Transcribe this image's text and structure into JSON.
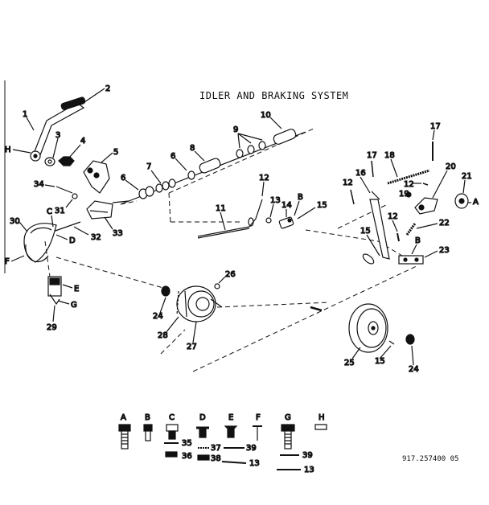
{
  "title": "IDLER AND BRAKING SYSTEM",
  "doc_number": "917.257400 05",
  "callouts": {
    "n1": "1",
    "n2": "2",
    "n3": "3",
    "n4": "4",
    "n5": "5",
    "n6a": "6",
    "n6b": "6",
    "n7": "7",
    "n8": "8",
    "n9": "9",
    "n10": "10",
    "n11": "11",
    "n12a": "12",
    "n12b": "12",
    "n12c": "12",
    "n12d": "12",
    "n13": "13",
    "n14": "14",
    "n15a": "15",
    "n15b": "15",
    "n15c": "15",
    "n16": "16",
    "n17a": "17",
    "n17b": "17",
    "n18": "18",
    "n19": "19",
    "n20": "20",
    "n21": "21",
    "n22": "22",
    "n23": "23",
    "n24a": "24",
    "n24b": "24",
    "n25": "25",
    "n26": "26",
    "n27": "27",
    "n28": "28",
    "n29": "29",
    "n30": "30",
    "n31": "31",
    "n32": "32",
    "n33": "33",
    "n34": "34",
    "H": "H",
    "C": "C",
    "D": "D",
    "E": "E",
    "F": "F",
    "G": "G",
    "A": "A",
    "B1": "B",
    "B2": "B"
  },
  "hardware_legend": {
    "headers": [
      "A",
      "B",
      "C",
      "D",
      "E",
      "F",
      "G",
      "H"
    ],
    "n35": "35",
    "n36": "36",
    "n37": "37",
    "n38": "38",
    "n39a": "39",
    "n39b": "39",
    "n13a": "13",
    "n13b": "13"
  }
}
